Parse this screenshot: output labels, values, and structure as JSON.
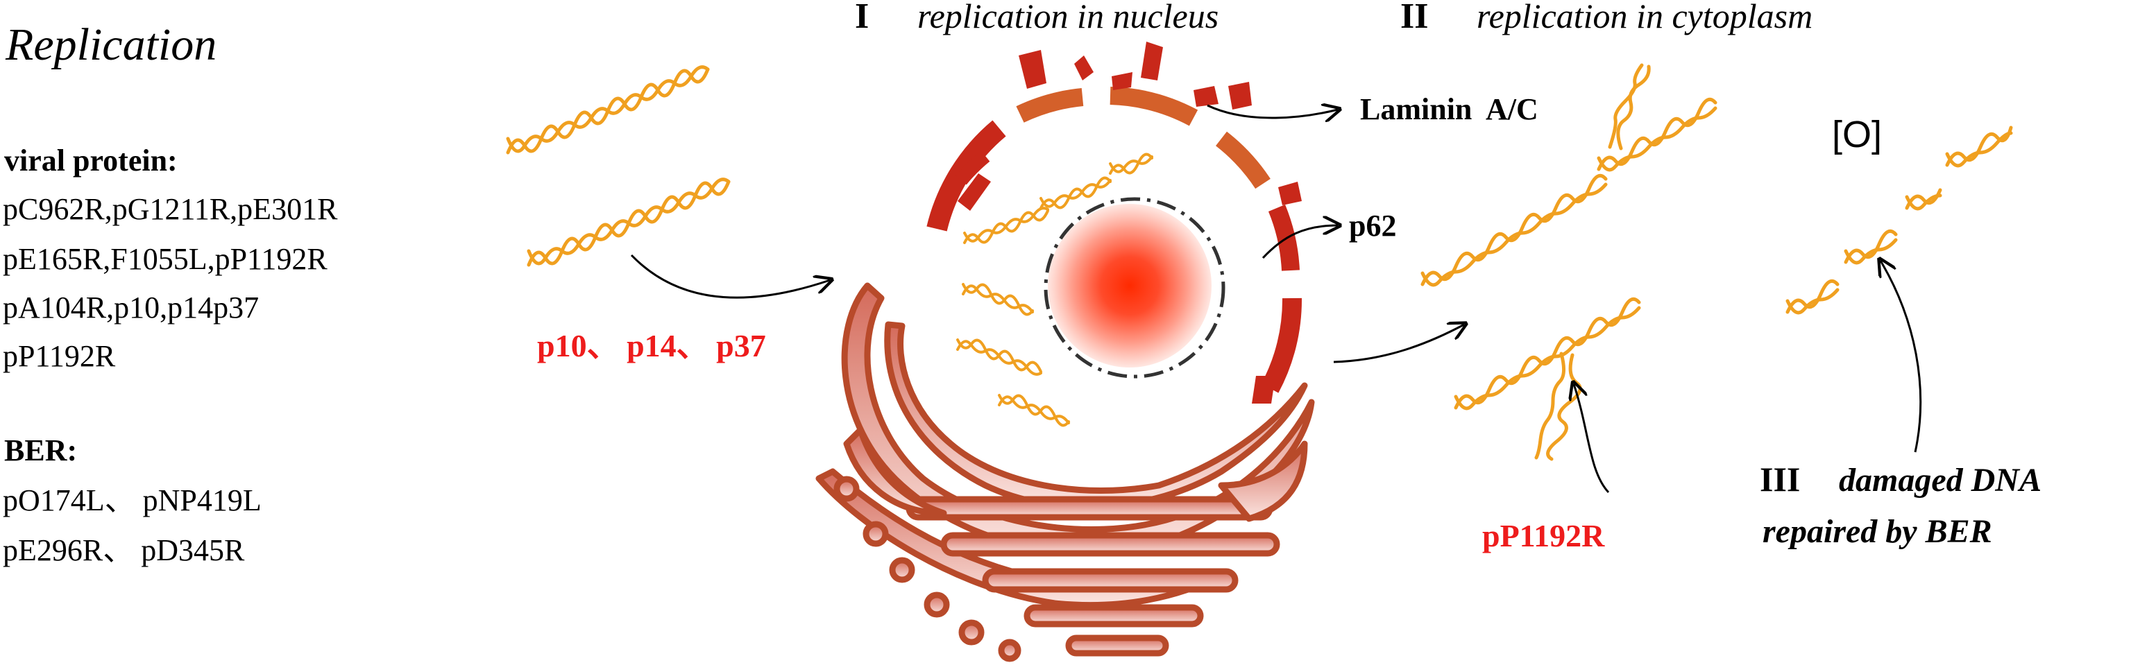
{
  "title": "Replication",
  "viral_protein": {
    "heading": "viral protein:",
    "lines": [
      "pC962R,pG1211R,pE301R",
      "pE165R,F1055L,pP1192R",
      "pA104R,p10,p14p37",
      "pP1192R"
    ]
  },
  "ber": {
    "heading": "BER:",
    "lines": [
      "pO174L、 pNP419L",
      "pE296R、 pD345R"
    ]
  },
  "stage_1": {
    "numeral": "I",
    "label": "replication in nucleus"
  },
  "stage_2": {
    "numeral": "II",
    "label": "replication in cytoplasm"
  },
  "stage_3": {
    "numeral": "III",
    "line1": "damaged DNA",
    "line2": "repaired by BER"
  },
  "labels": {
    "p10_p14_p37": "p10、 p14、 p37",
    "laminin": "Laminin  A/C",
    "p62": "p62",
    "pP1192R": "pP1192R",
    "oxidation": "[O]"
  },
  "colors": {
    "dna": "#f0a020",
    "highlight_red": "#ee1c1c",
    "envelope_dark": "#c8281a",
    "envelope_orange": "#d4602a",
    "er_stroke": "#b84a2a",
    "er_fill": "#f4c8c4",
    "nucleolus": "#f03010",
    "text": "#000000"
  }
}
